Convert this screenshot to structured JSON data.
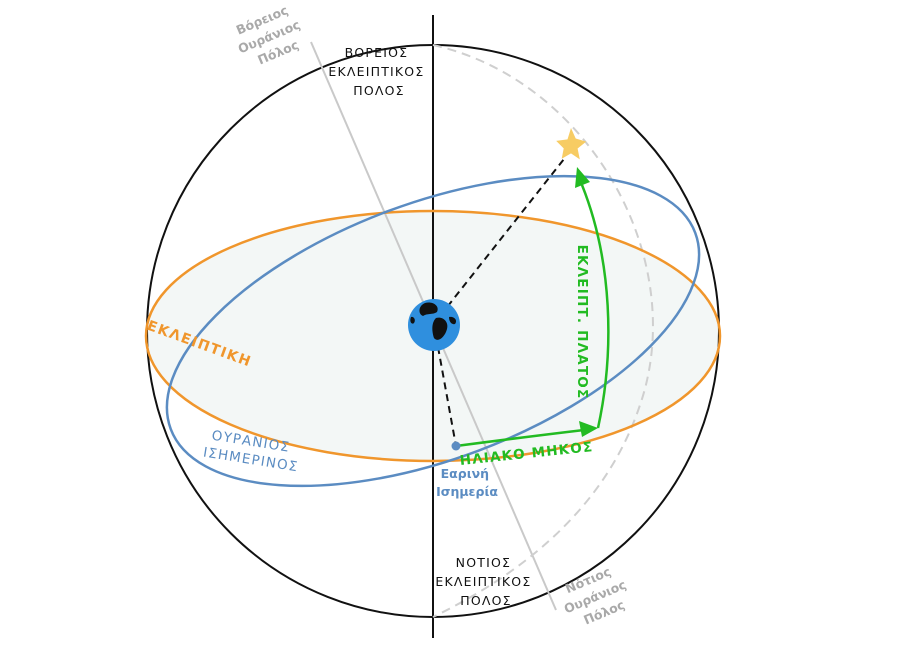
{
  "colors": {
    "outline": "#111111",
    "ecliptic": "#f0962c",
    "equator": "#5b8cc2",
    "celestial_axis": "#c9c9c9",
    "meridian": "#cfcfcf",
    "measure": "#22bb22",
    "star": "#f7cc63",
    "earth_ocean": "#2f8fde",
    "plane_fill": "#f3f7f6",
    "celestial_pole_text": "#a9a9a9"
  },
  "labels": {
    "north_ecliptic_pole": [
      "ΒΟΡΕΙΟΣ",
      "ΕΚΛΕΙΠΤΙΚΟΣ",
      "ΠΟΛΟΣ"
    ],
    "south_ecliptic_pole": [
      "ΝΟΤΙΟΣ",
      "ΕΚΛΕΙΠΤΙΚΟΣ",
      "ΠΟΛΟΣ"
    ],
    "north_celestial_pole": [
      "Βόρειος",
      "Ουράνιος",
      "Πόλος"
    ],
    "south_celestial_pole": [
      "Νότιος",
      "Ουράνιος",
      "Πόλος"
    ],
    "ecliptic": "ΕΚΛΕΙΠΤΙΚΗ",
    "celestial_equator": [
      "ΟΥΡΑΝΙΟΣ",
      "ΙΣΗΜΕΡΙΝΟΣ"
    ],
    "vernal_equinox": [
      "Εαρινή",
      "Ισημερία"
    ],
    "ecliptic_longitude": "ΗΛΙΑΚΟ ΜΗΚΟΣ",
    "ecliptic_latitude": "ΕΚΛΕΙΠΤ. ΠΛΑΤΟΣ"
  },
  "icons": {
    "earth": "earth-icon",
    "star": "star-icon"
  }
}
